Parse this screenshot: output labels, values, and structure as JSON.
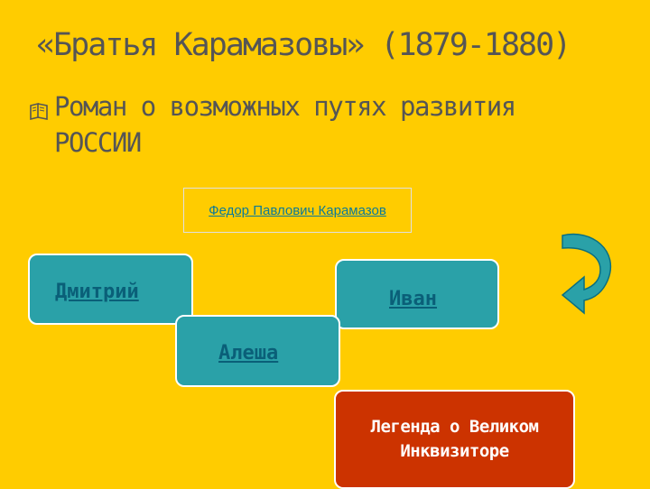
{
  "slide": {
    "title": "«Братья Карамазовы» (1879-1880)",
    "subtitle": "Роман о возможных путях развития РОССИИ",
    "father": "Федор Павлович Карамазов",
    "sons": {
      "dmitry": "Дмитрий",
      "ivan": "Иван",
      "alesha": "Алеша"
    },
    "legend": "Легенда о Великом\nИнквизиторе"
  },
  "icons": {
    "bullet": "book-bullet-icon",
    "arrow": "curved-arrow-icon"
  },
  "colors": {
    "background": "#ffcc00",
    "text": "#555555",
    "teal": "#2aa1a8",
    "link": "#0a5f78",
    "legend": "#cc3300"
  }
}
